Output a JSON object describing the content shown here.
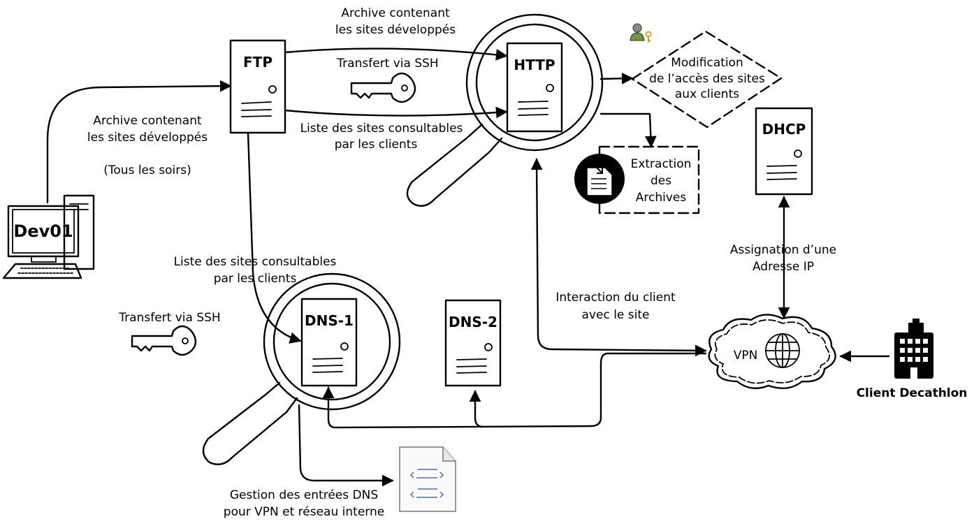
{
  "nodes": {
    "dev01": "Dev01",
    "ftp": "FTP",
    "http": "HTTP",
    "dhcp": "DHCP",
    "dns1": "DNS-1",
    "dns2": "DNS-2",
    "vpn": "VPN",
    "client": "Client Decathlon"
  },
  "labels": {
    "archive_top_1": "Archive contenant",
    "archive_top_2": "les sites développés",
    "ssh_top": "Transfert via SSH",
    "list_top_1": "Liste des sites consultables",
    "list_top_2": "par les clients",
    "archive_left_1": "Archive contenant",
    "archive_left_2": "les sites développés",
    "archive_left_3": "(Tous les soirs)",
    "list_mid_1": "Liste des sites consultables",
    "list_mid_2": "par les clients",
    "ssh_left": "Transfert via SSH",
    "modif_1": "Modification",
    "modif_2": "de l’accès des sites",
    "modif_3": "aux clients",
    "extract_1": "Extraction",
    "extract_2": "des",
    "extract_3": "Archives",
    "assign_1": "Assignation d’une",
    "assign_2": "Adresse IP",
    "interact_1": "Interaction du client",
    "interact_2": "avec le site",
    "dns_mgmt_1": "Gestion des entrées DNS",
    "dns_mgmt_2": "pour VPN et réseau interne"
  },
  "icons": {
    "key_top": "key-icon",
    "key_left": "key-icon",
    "user_key": "user-key-icon",
    "archive_extract": "archive-extract-icon",
    "globe": "globe-icon",
    "building": "building-icon",
    "document": "document-icon",
    "magnifier": "magnifier-icon",
    "computer": "computer-icon"
  },
  "colors": {
    "ink": "#000000",
    "doc_lines": "#4a6fb5",
    "user_icon": "#6a9a3a",
    "key_gold": "#d4a017"
  }
}
